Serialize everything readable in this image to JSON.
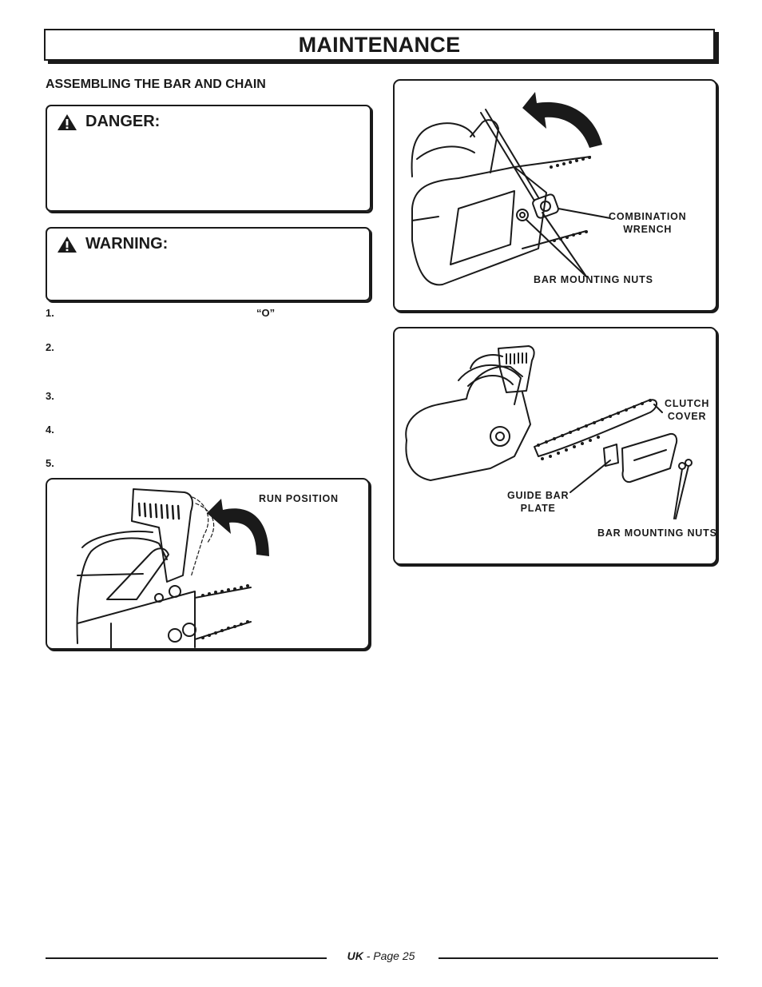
{
  "header": {
    "title": "MAINTENANCE"
  },
  "section": {
    "heading": "ASSEMBLING THE BAR AND CHAIN"
  },
  "alerts": {
    "danger": {
      "label": "DANGER:"
    },
    "warning": {
      "label": "WARNING:"
    }
  },
  "steps": {
    "s1": {
      "number": "1.",
      "quote": "“O”"
    },
    "s2": {
      "number": "2."
    },
    "s3": {
      "number": "3."
    },
    "s4": {
      "number": "4."
    },
    "s5": {
      "number": "5."
    }
  },
  "figures": {
    "run_position": {
      "label": "RUN POSITION"
    },
    "wrench": {
      "combination_wrench": "COMBINATION\nWRENCH",
      "bar_mounting_nuts": "BAR MOUNTING NUTS"
    },
    "assembly": {
      "clutch_cover": "CLUTCH\nCOVER",
      "guide_bar_plate": "GUIDE BAR\nPLATE",
      "bar_mounting_nuts": "BAR MOUNTING NUTS"
    }
  },
  "footer": {
    "region": "UK",
    "page": "- Page 25"
  }
}
